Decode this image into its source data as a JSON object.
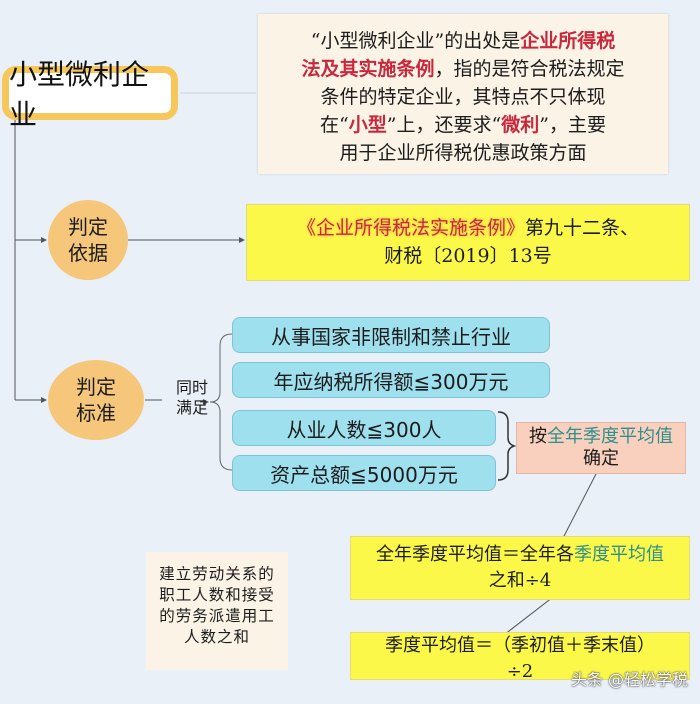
{
  "root": {
    "label": "小型微利企业"
  },
  "definition": {
    "parts": [
      {
        "text": "“小型微利企业”的出处是",
        "style": "normal"
      },
      {
        "text": "企业所得税法及其实施条例",
        "style": "red"
      },
      {
        "text": "，指的是符合税法规定条件的特定企业，其特点不只体现在“",
        "style": "normal"
      },
      {
        "text": "小型",
        "style": "red"
      },
      {
        "text": "”上，还要求“",
        "style": "normal"
      },
      {
        "text": "微利",
        "style": "red"
      },
      {
        "text": "”，主要用于企业所得税优惠政策方面",
        "style": "normal"
      }
    ],
    "line1a": "“小型微利企业”的出处是",
    "line1b": "企业所得税",
    "line2a": "法及其实施条例",
    "line2b": "，指的是符合税法规定",
    "line3": "条件的特定企业，其特点不只体现",
    "line4a": "在“",
    "line4b": "小型",
    "line4c": "”上，还要求“",
    "line4d": "微利",
    "line4e": "”，主要",
    "line5": "用于企业所得税优惠政策方面"
  },
  "basis": {
    "node_line1": "判定",
    "node_line2": "依据",
    "text_red": "《企业所得税法实施条例》",
    "text_after": "第九十二条、",
    "text_line2": "财税〔2019〕13号"
  },
  "standard": {
    "node_line1": "判定",
    "node_line2": "标准",
    "connector_line1": "同时",
    "connector_line2": "满足",
    "criteria": [
      "从事国家非限制和禁止行业",
      "年应纳税所得额≦300万元",
      "从业人数≦300人",
      "资产总额≦5000万元"
    ]
  },
  "average_note": {
    "prefix": "按",
    "highlight": "全年季度平均值",
    "suffix": "确定"
  },
  "annual_formula": {
    "text": "全年季度平均值＝全年各",
    "highlight": "季度平均值",
    "line2": "之和÷4"
  },
  "quarter_formula": {
    "line1": "季度平均值＝（季初值＋季末值）",
    "line2": "÷2"
  },
  "employee_note": {
    "line1": "建立劳动关系的",
    "line2": "职工人数和接受",
    "line3": "的劳务派遣用工",
    "line4": "人数之和"
  },
  "watermark": "头条 @轻松学税",
  "colors": {
    "background": "#e9f0f8",
    "root_border": "#f7c75c",
    "node_circle": "#f6c77a",
    "yellow_box": "#fbf84a",
    "cyan_box": "#9fe0ef",
    "salmon_box": "#f9d0bd",
    "cream_box": "#faf3e6",
    "red_text": "#c8283c",
    "teal_text": "#2f8f8c"
  }
}
